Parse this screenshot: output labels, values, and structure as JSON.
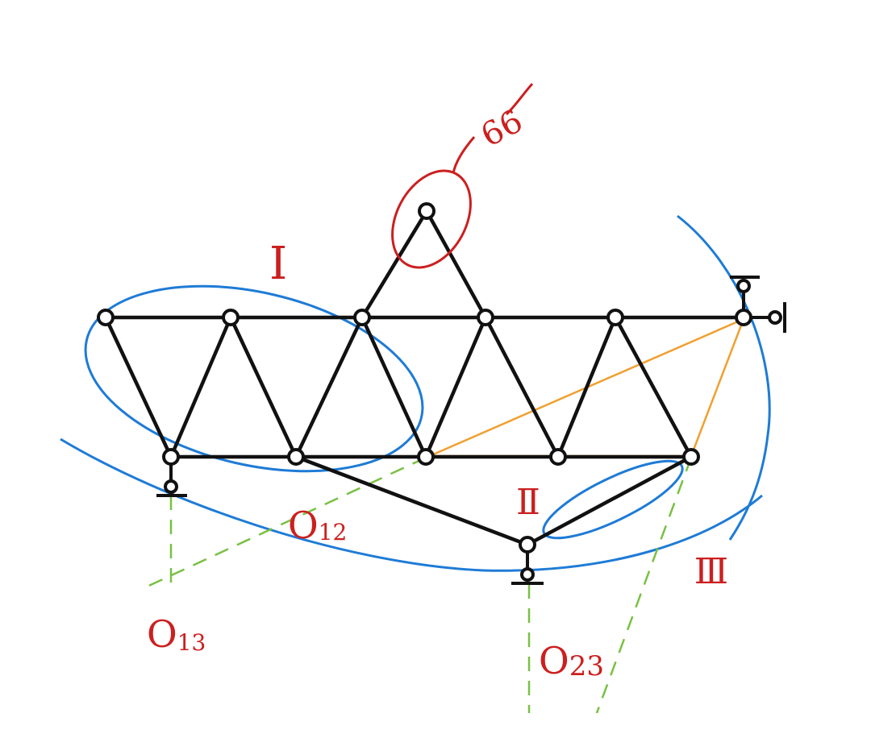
{
  "labels": {
    "region_1": "Ⅰ",
    "region_2": "Ⅱ",
    "region_3": "Ⅲ",
    "o12": {
      "main": "O",
      "sub": "12"
    },
    "o13": {
      "main": "O",
      "sub": "13"
    },
    "o23": {
      "main": "O",
      "sub": "23"
    },
    "annotation": "66"
  },
  "colors": {
    "truss": "#111111",
    "rigid_body_outline": "#1e7bd6",
    "construction_dash": "#79c043",
    "orange_member": "#f0a030",
    "label_red": "#cc1f1f"
  }
}
